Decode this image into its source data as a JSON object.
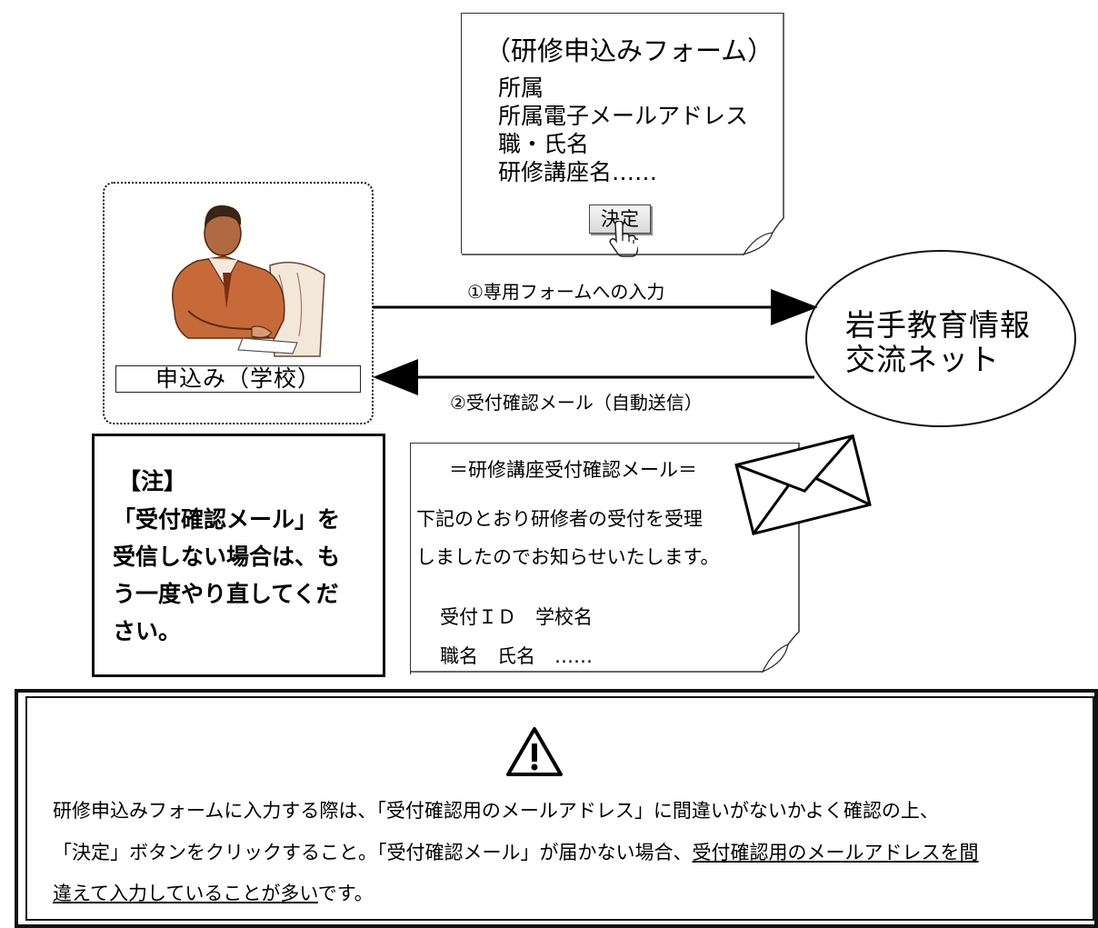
{
  "form": {
    "title": "（研修申込みフォーム）",
    "fields": [
      "所属",
      "所属電子メールアドレス",
      "職・氏名",
      "研修講座名……"
    ],
    "decide_button": "決定"
  },
  "applicant": {
    "label": "申込み（学校）"
  },
  "arrows": {
    "step1": "①専用フォームへの入力",
    "step2": "②受付確認メール（自動送信）"
  },
  "network": {
    "line1": "岩手教育情報",
    "line2": "交流ネット"
  },
  "note": {
    "heading": "【注】",
    "lines": [
      "「受付確認メール」を",
      "受信しない場合は、も",
      "う一度やり直してくだ",
      "さい。"
    ]
  },
  "mail": {
    "title": "＝研修講座受付確認メール＝",
    "body1": "下記のとおり研修者の受付を受理",
    "body2": "しましたのでお知らせいたします。",
    "fields1": "受付ＩＤ　学校名",
    "fields2": "職名　氏名　……"
  },
  "caution": {
    "line1": "研修申込みフォームに入力する際は、「受付確認用のメールアドレス」に間違いがないかよく確認の上、",
    "line2_plain": "「決定」ボタンをクリックすること。「受付確認メール」が届かない場合、",
    "line2_underlined": "受付確認用のメールアドレスを間",
    "line3_underlined": "違えて入力していることが多い",
    "line3_plain": "です。"
  }
}
